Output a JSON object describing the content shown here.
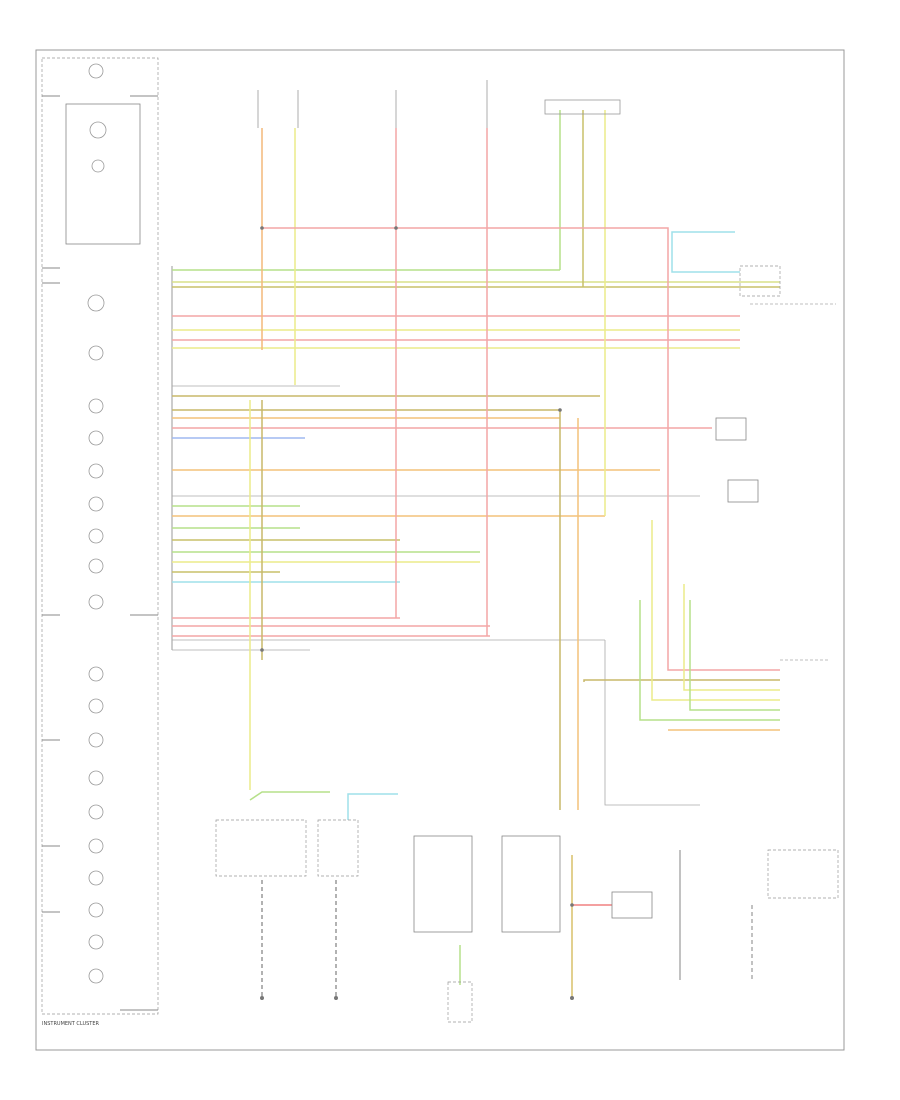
{
  "caption": {
    "cluster_title": "INSTRUMENT CLUSTER"
  },
  "gauges": [
    {
      "id": "g1",
      "name": "speedometer-gauge"
    },
    {
      "id": "g2",
      "name": "fuel-gauge"
    },
    {
      "id": "g3",
      "name": "temp-gauge"
    },
    {
      "id": "g4",
      "name": "tachometer-gauge"
    },
    {
      "id": "g5",
      "name": "indicator-1"
    },
    {
      "id": "g6",
      "name": "indicator-2"
    },
    {
      "id": "g7",
      "name": "indicator-3"
    },
    {
      "id": "g8",
      "name": "indicator-4"
    },
    {
      "id": "g9",
      "name": "indicator-5"
    },
    {
      "id": "g10",
      "name": "indicator-6"
    },
    {
      "id": "g11",
      "name": "indicator-7"
    },
    {
      "id": "g12",
      "name": "indicator-8"
    },
    {
      "id": "g13",
      "name": "indicator-9"
    },
    {
      "id": "g14",
      "name": "indicator-10"
    },
    {
      "id": "g15",
      "name": "indicator-11"
    },
    {
      "id": "g16",
      "name": "indicator-12"
    },
    {
      "id": "g17",
      "name": "indicator-13"
    },
    {
      "id": "g18",
      "name": "indicator-14"
    },
    {
      "id": "g19",
      "name": "indicator-15"
    }
  ],
  "colors": {
    "pink": "#f4a6a6",
    "yellow": "#ecec8a",
    "green": "#b6e08a",
    "orange": "#f4c27a",
    "cyan": "#9fe0ea",
    "blue": "#9fb8f0",
    "olive": "#c8b86a",
    "gray": "#aaaaaa",
    "ltgreen": "#c6eab0"
  }
}
